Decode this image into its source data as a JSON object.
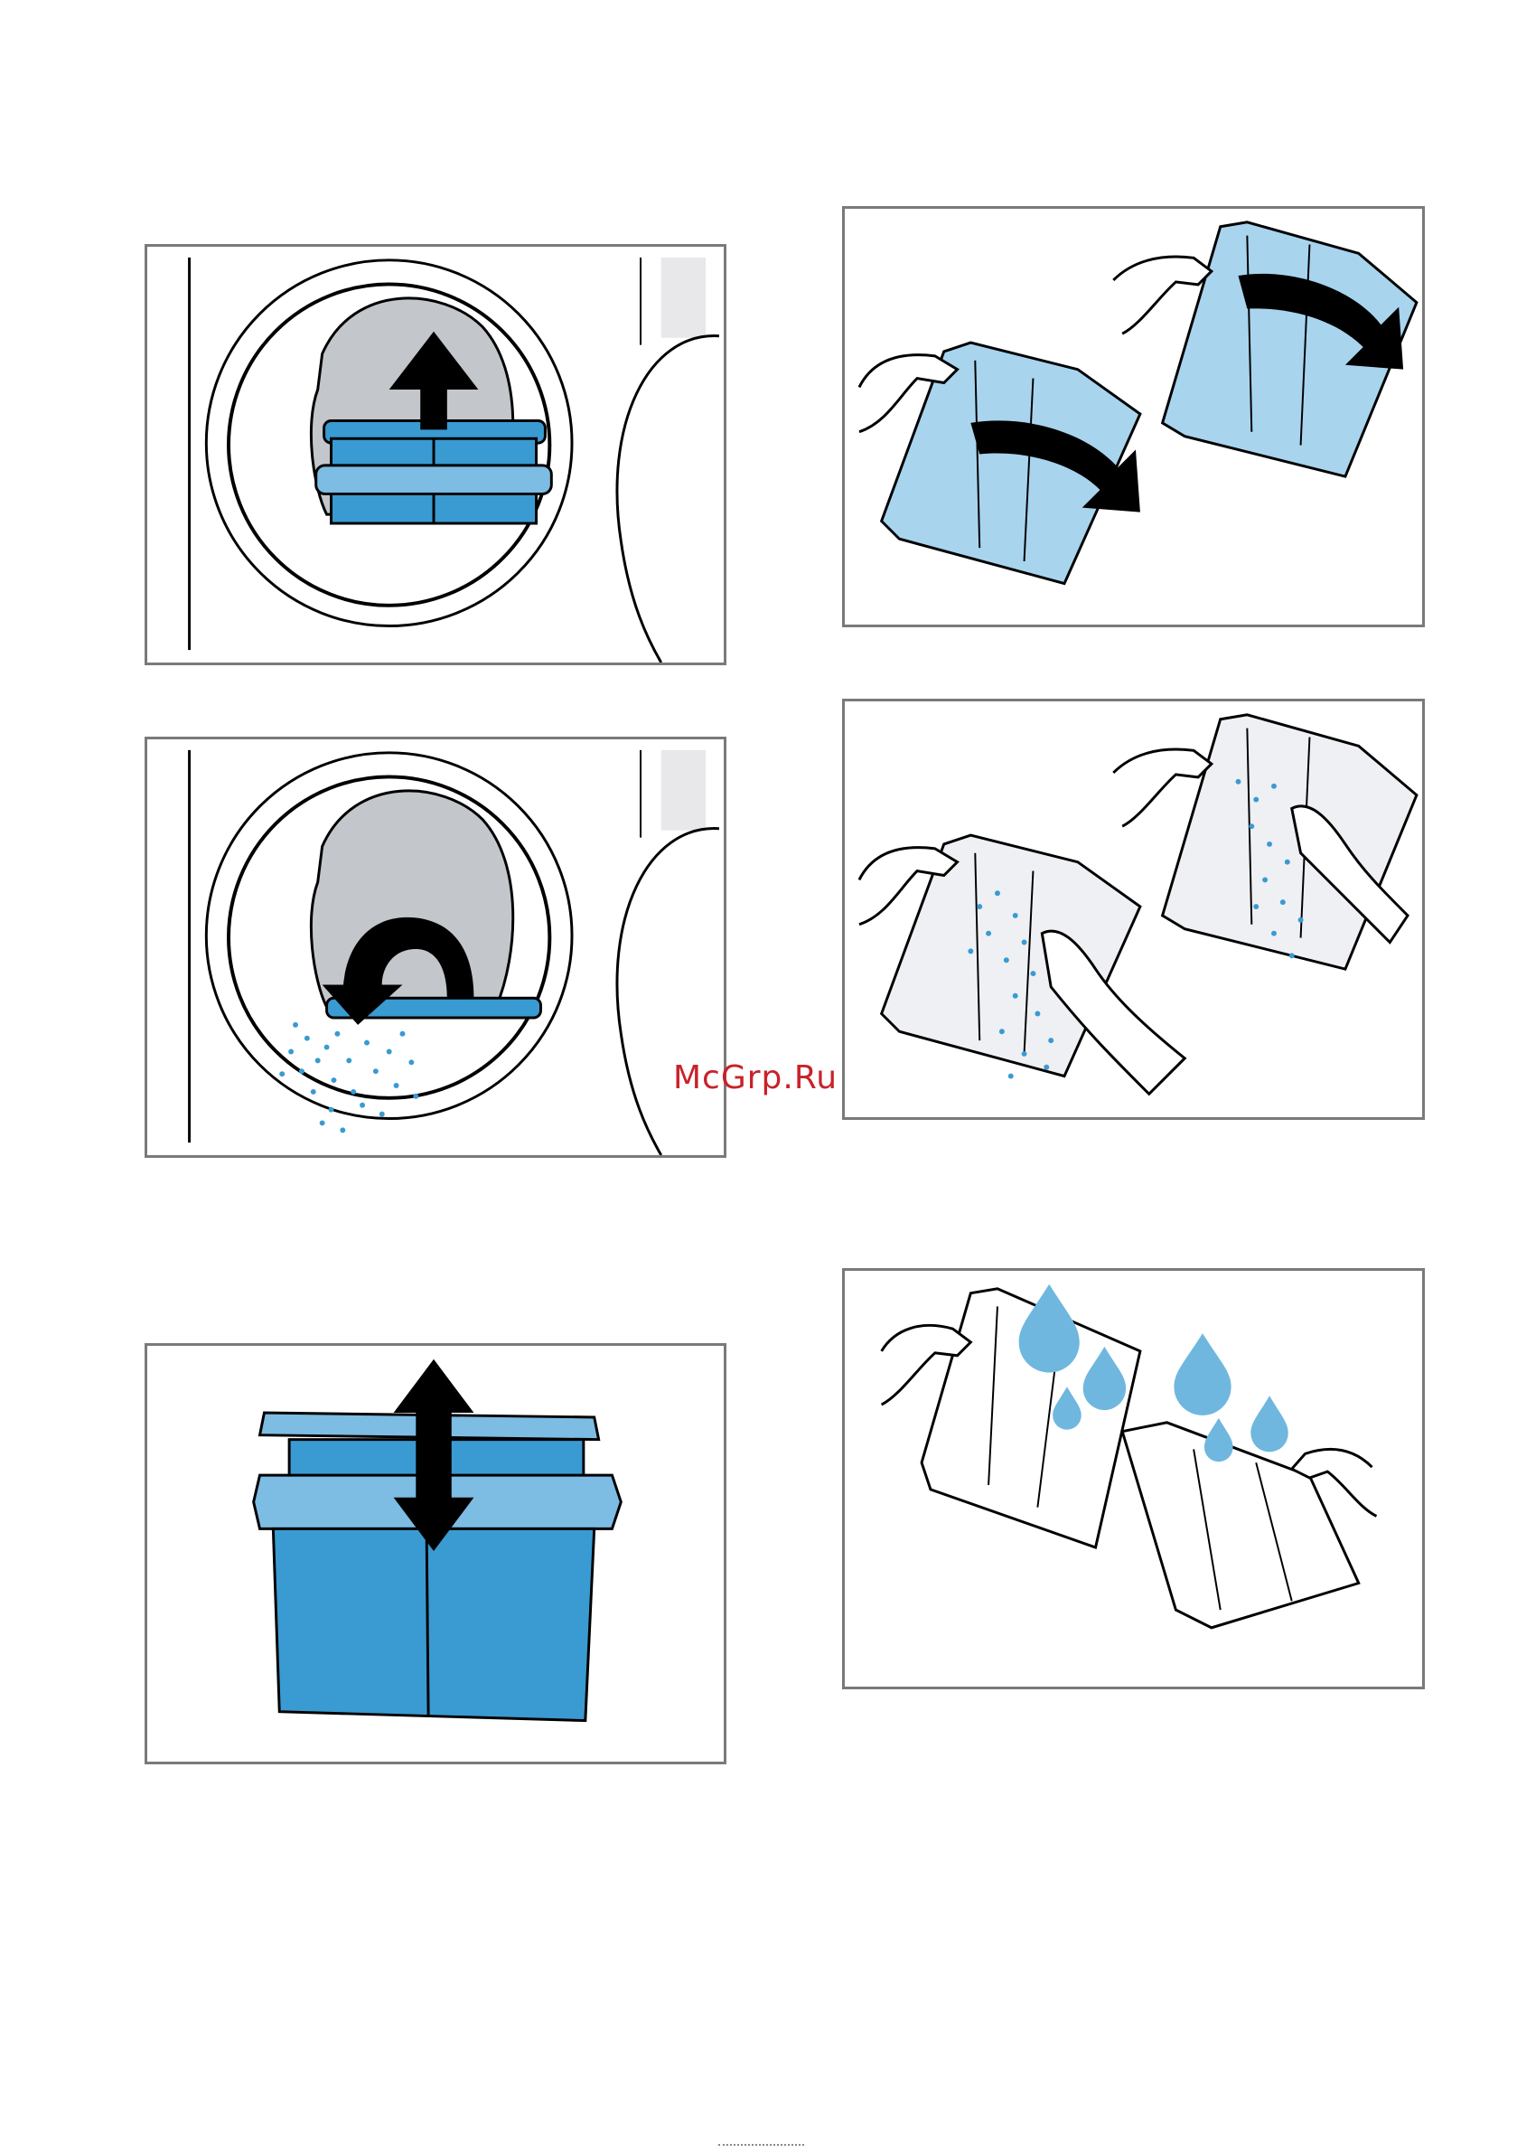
{
  "watermark": {
    "text": "McGrp.Ru"
  },
  "colors": {
    "filter_blue": "#3a9ad2",
    "filter_light_blue": "#a8d4ee",
    "drum_grey": "#c3c6cb",
    "arrow_black": "#000000",
    "water_drop": "#6fb7de",
    "frame_grey": "#7a7a7a"
  },
  "panels": [
    {
      "icon": "lift-filter-out-illustration"
    },
    {
      "icon": "remove-lint-from-filter-seat-illustration"
    },
    {
      "icon": "separate-filter-parts-illustration"
    },
    {
      "icon": "open-filter-illustration"
    },
    {
      "icon": "clean-lint-by-hand-illustration"
    },
    {
      "icon": "rinse-filter-under-water-illustration"
    }
  ]
}
